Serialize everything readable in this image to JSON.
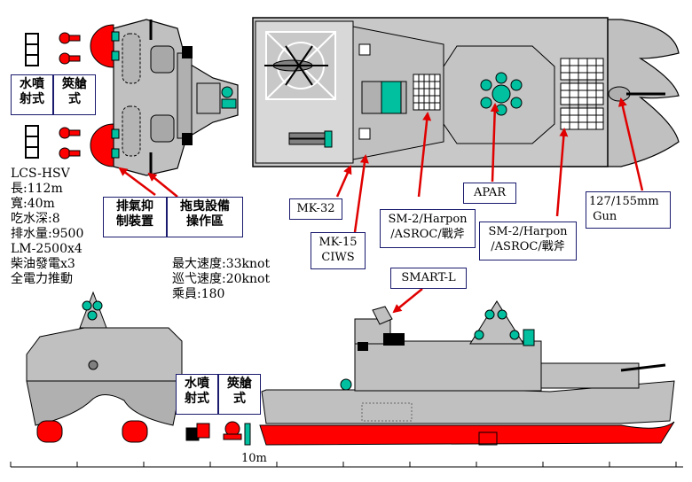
{
  "labels": {
    "waterjet": "水噴\n射式",
    "pod": "筴艙\n式",
    "exhaust": "排氣抑\n制裝置",
    "towing": "拖曳設備\n操作區",
    "mk32": "MK-32",
    "mk15": "MK-15\nCIWS",
    "sm2_a": "SM-2/Harpon\n/ASROC/戰斧",
    "apar": "APAR",
    "sm2_b": "SM-2/Harpon\n/ASROC/戰斧",
    "gun": "127/155mm\n Gun",
    "smartl": "SMART-L",
    "scale": "10m"
  },
  "specs": [
    "LCS-HSV",
    "長:112m",
    "寬:40m",
    "吃水深:8",
    "排水量:9500",
    "LM-2500x4",
    "柴油發電x3",
    "全電力推動"
  ],
  "speeds": [
    "最大速度:33knot",
    "巡弋速度:20knot",
    "乘員:180"
  ],
  "colors": {
    "hull": "#c0c0c0",
    "red": "#ff0000",
    "teal": "#00c0a0",
    "arrow": "#e00000",
    "label_border": "#1a1a6e"
  }
}
